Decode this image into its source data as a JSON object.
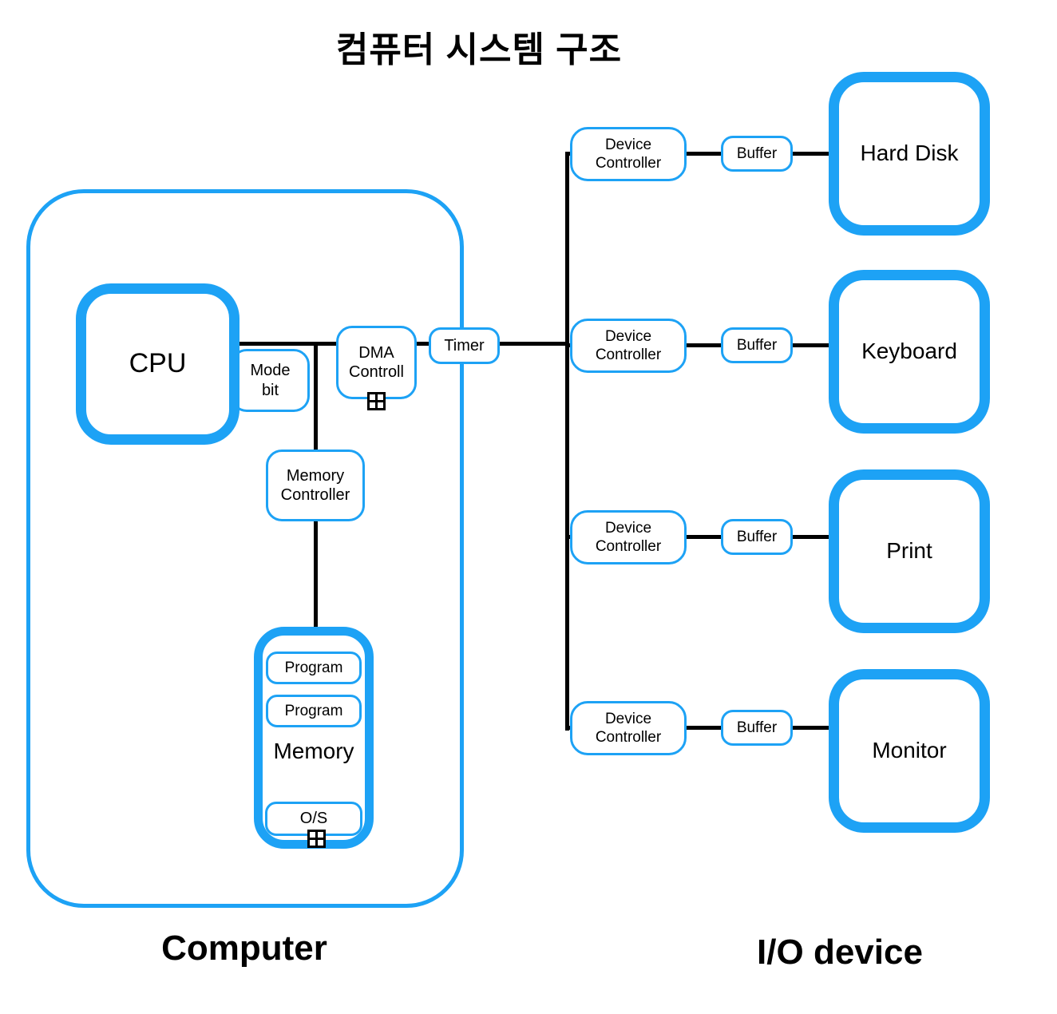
{
  "title": "컴퓨터 시스템 구조",
  "colors": {
    "accent": "#1da2f5",
    "line": "#000000",
    "text": "#000000",
    "background": "#ffffff"
  },
  "icons": {
    "expand": "boxed-plus"
  },
  "computer": {
    "label": "Computer",
    "cpu_label": "CPU",
    "mode_bit_label": "Mode bit",
    "dma_label": "DMA Controll",
    "timer_label": "Timer",
    "memory_controller_label": "Memory Controller",
    "memory": {
      "label": "Memory",
      "programs": [
        "Program",
        "Program"
      ],
      "os_label": "O/S"
    }
  },
  "io": {
    "label": "I/O device",
    "rows": [
      {
        "controller_label": "Device Controller",
        "buffer_label": "Buffer",
        "device_label": "Hard Disk"
      },
      {
        "controller_label": "Device Controller",
        "buffer_label": "Buffer",
        "device_label": "Keyboard"
      },
      {
        "controller_label": "Device Controller",
        "buffer_label": "Buffer",
        "device_label": "Print"
      },
      {
        "controller_label": "Device Controller",
        "buffer_label": "Buffer",
        "device_label": "Monitor"
      }
    ]
  }
}
